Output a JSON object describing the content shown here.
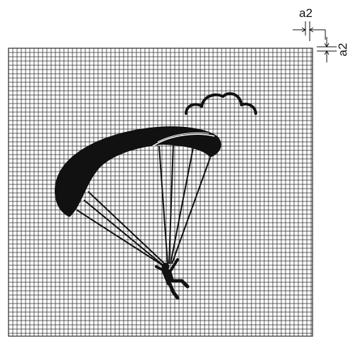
{
  "figure": {
    "dimension_horizontal_label": "a2",
    "dimension_vertical_label": "a2",
    "pictogram": "paraglider-icon",
    "decoration": "cloud-icon",
    "background": "square-grid",
    "colors": {
      "ink": "#111111",
      "grid": "#2a2a2a",
      "paper": "#ffffff"
    }
  }
}
